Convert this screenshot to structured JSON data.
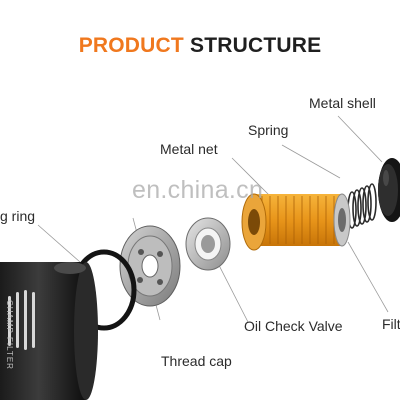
{
  "title": {
    "word1": "PRODUCT",
    "word2": "STRUCTURE",
    "accent_color": "#f0781e"
  },
  "labels": {
    "metal_shell": "Metal shell",
    "spring": "Spring",
    "metal_net": "Metal net",
    "sealing_ring": "g ring",
    "oil_check_valve": "Oil Check Valve",
    "filter": "Filt",
    "thread_cap": "Thread cap"
  },
  "watermark": "en.china.cn",
  "shell_brand_text": "CHAMP FILTER"
}
